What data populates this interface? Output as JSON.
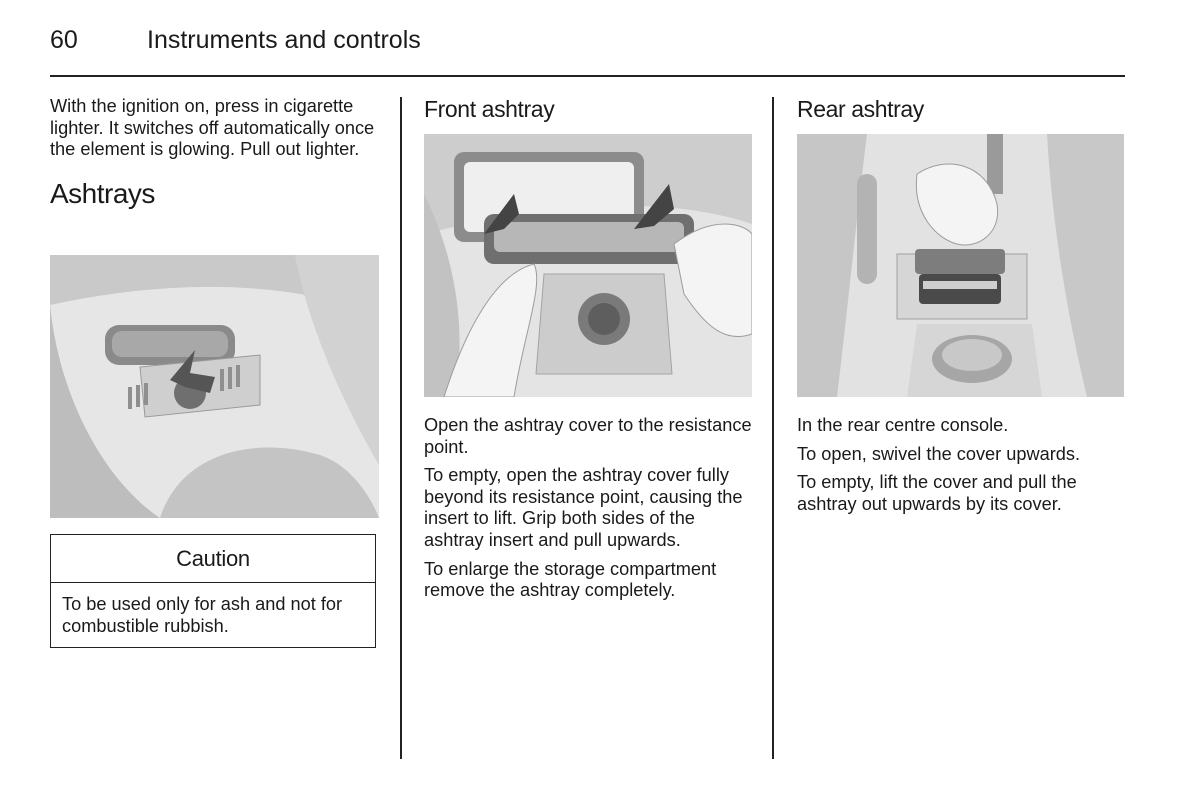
{
  "header": {
    "page_number": "60",
    "title": "Instruments and controls"
  },
  "col1": {
    "intro": "With the ignition on, press in cigarette lighter. It switches off automatically once the element is glowing. Pull out lighter.",
    "heading": "Ashtrays",
    "caution": {
      "title": "Caution",
      "text": "To be used only for ash and not for combustible rubbish."
    }
  },
  "col2": {
    "heading": "Front ashtray",
    "paragraphs": [
      "Open the ashtray cover to the resistance point.",
      "To empty, open the ashtray cover fully beyond its resistance point, causing the insert to lift. Grip both sides of the ashtray insert and pull upwards.",
      "To enlarge the storage compartment remove the ashtray completely."
    ]
  },
  "col3": {
    "heading": "Rear ashtray",
    "paragraphs": [
      "In the rear centre console.",
      "To open, swivel the cover upwards.",
      "To empty, lift the cover and pull the ashtray out upwards by its cover."
    ]
  }
}
